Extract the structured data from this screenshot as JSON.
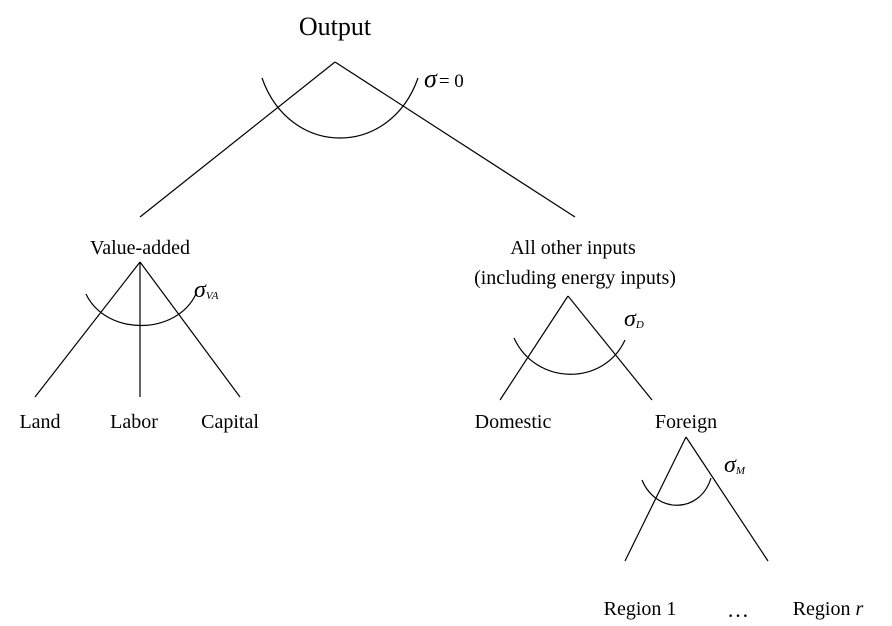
{
  "nodes": {
    "output": "Output",
    "value_added": "Value-added",
    "other_inputs_line1": "All other inputs",
    "other_inputs_line2": "(including energy inputs)",
    "land": "Land",
    "labor": "Labor",
    "capital": "Capital",
    "domestic": "Domestic",
    "foreign": "Foreign",
    "region_1": "Region 1",
    "ellipsis": "…",
    "region_r_prefix": "Region ",
    "region_r_var": "r"
  },
  "elasticities": {
    "top_symbol": "σ",
    "top_eq": "= 0",
    "va_symbol": "σ",
    "va_sub": "VA",
    "d_symbol": "σ",
    "d_sub": "D",
    "m_symbol": "σ",
    "m_sub": "M"
  },
  "colors": {
    "ink": "#000000",
    "background": "#ffffff"
  }
}
